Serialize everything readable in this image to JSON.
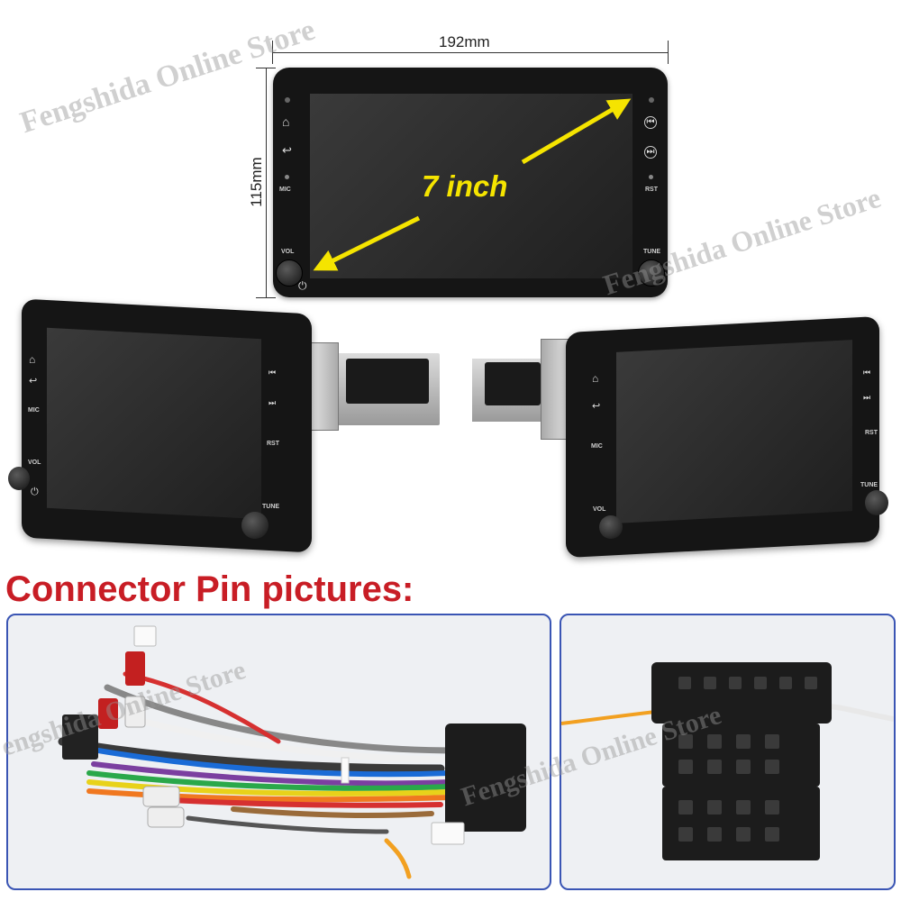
{
  "dimensions": {
    "width": "192mm",
    "height": "115mm"
  },
  "screen_size": "7 inch",
  "button_labels": {
    "mic": "MIC",
    "rst": "RST",
    "vol": "VOL",
    "tune": "TUNE"
  },
  "heading": "Connector Pin pictures:",
  "watermark": "Fengshida Online Store",
  "colors": {
    "heading": "#c81d25",
    "arrow": "#f5e400",
    "panel_border": "#3a55b4"
  }
}
